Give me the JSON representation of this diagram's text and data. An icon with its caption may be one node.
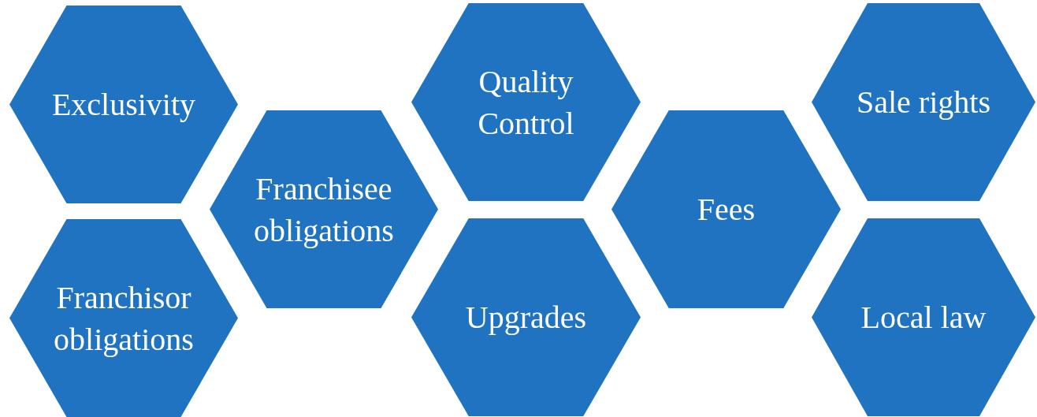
{
  "diagram": {
    "nodes": [
      {
        "text": [
          "Exclusivity"
        ]
      },
      {
        "text": [
          "Franchisor obligations"
        ]
      },
      {
        "text": [
          "Franchisee obligations"
        ]
      },
      {
        "text": [
          "Quality Control"
        ]
      },
      {
        "text": [
          "Upgrades"
        ]
      },
      {
        "text": [
          "Fees"
        ]
      },
      {
        "text": [
          "Sale rights"
        ]
      },
      {
        "text": [
          "Local law"
        ]
      }
    ]
  }
}
